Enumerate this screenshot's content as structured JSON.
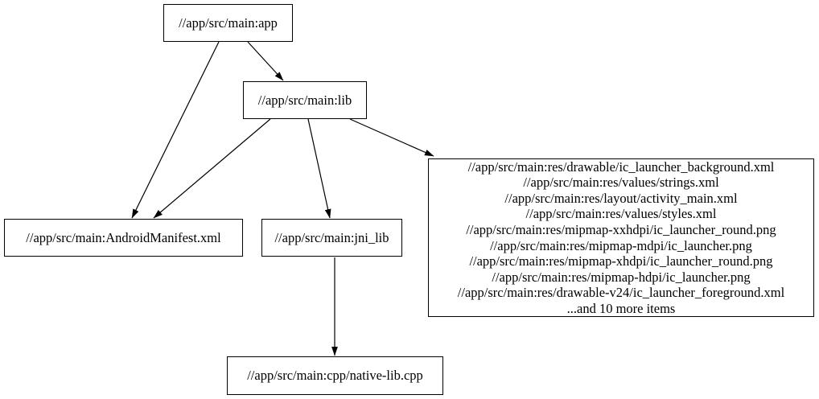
{
  "diagram": {
    "type": "dependency-graph",
    "background_color": "#ffffff",
    "node_border_color": "#000000",
    "edge_color": "#000000",
    "text_color": "#000000",
    "nodes": {
      "app": {
        "label": "//app/src/main:app"
      },
      "lib": {
        "label": "//app/src/main:lib"
      },
      "android_manifest": {
        "label": "//app/src/main:AndroidManifest.xml"
      },
      "jni_lib": {
        "label": "//app/src/main:jni_lib"
      },
      "res_group": {
        "lines": [
          "//app/src/main:res/drawable/ic_launcher_background.xml",
          "//app/src/main:res/values/strings.xml",
          "//app/src/main:res/layout/activity_main.xml",
          "//app/src/main:res/values/styles.xml",
          "//app/src/main:res/mipmap-xxhdpi/ic_launcher_round.png",
          "//app/src/main:res/mipmap-mdpi/ic_launcher.png",
          "//app/src/main:res/mipmap-xhdpi/ic_launcher_round.png",
          "//app/src/main:res/mipmap-hdpi/ic_launcher.png",
          "//app/src/main:res/drawable-v24/ic_launcher_foreground.xml",
          "...and 10 more items"
        ]
      },
      "native_lib_cpp": {
        "label": "//app/src/main:cpp/native-lib.cpp"
      }
    },
    "edges": [
      {
        "from": "app",
        "to": "android_manifest"
      },
      {
        "from": "app",
        "to": "lib"
      },
      {
        "from": "lib",
        "to": "android_manifest"
      },
      {
        "from": "lib",
        "to": "jni_lib"
      },
      {
        "from": "lib",
        "to": "res_group"
      },
      {
        "from": "jni_lib",
        "to": "native_lib_cpp"
      }
    ]
  }
}
